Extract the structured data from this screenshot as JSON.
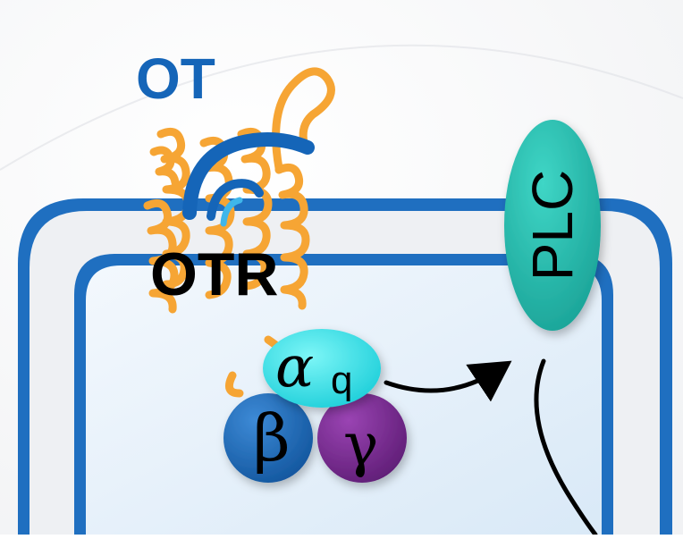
{
  "labels": {
    "ligand": "OT",
    "receptor": "OTR",
    "alpha_symbol": "α",
    "alpha_subscript": "q",
    "beta": "β",
    "gamma": "γ",
    "enzyme": "PLC"
  },
  "colors": {
    "membrane_blue": "#1f6fc0",
    "receptor_orange": "#f6a534",
    "ot_blue": "#1565b8",
    "alpha_cyan": "#27e0e8",
    "beta_blue": "#1a66b8",
    "gamma_purple": "#7a2a93",
    "plc_teal": "#22b7aa",
    "cytoplasm": "#e6f0fa",
    "arrow": "#000000"
  }
}
